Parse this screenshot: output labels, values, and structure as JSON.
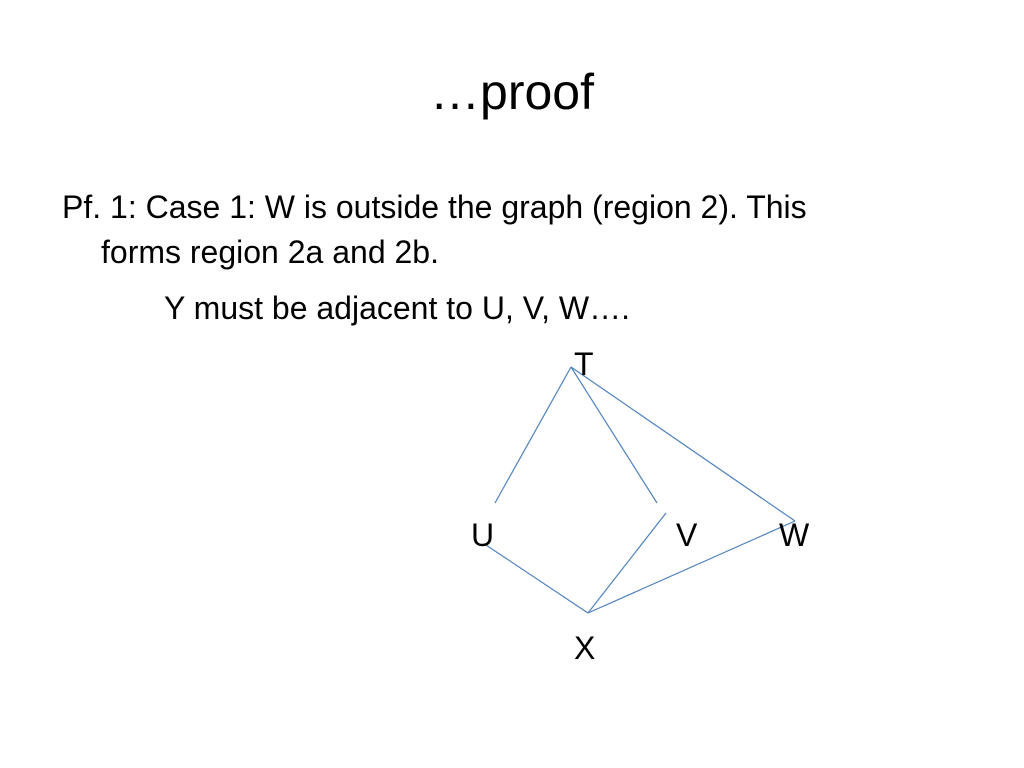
{
  "slide": {
    "title": "…proof",
    "paragraphs": {
      "line1": "Pf. 1: Case 1: W is outside the graph (region 2). This",
      "line2": "forms region 2a and 2b.",
      "line3": "Y must be adjacent to U, V, W…."
    }
  },
  "graph": {
    "vertices": {
      "T": "T",
      "U": "U",
      "V": "V",
      "W": "W",
      "X": "X"
    },
    "edges": [
      [
        "T",
        "U"
      ],
      [
        "T",
        "V"
      ],
      [
        "T",
        "W"
      ],
      [
        "U",
        "X"
      ],
      [
        "V",
        "X"
      ],
      [
        "W",
        "X"
      ]
    ],
    "edge_color": "#4f81bd"
  }
}
